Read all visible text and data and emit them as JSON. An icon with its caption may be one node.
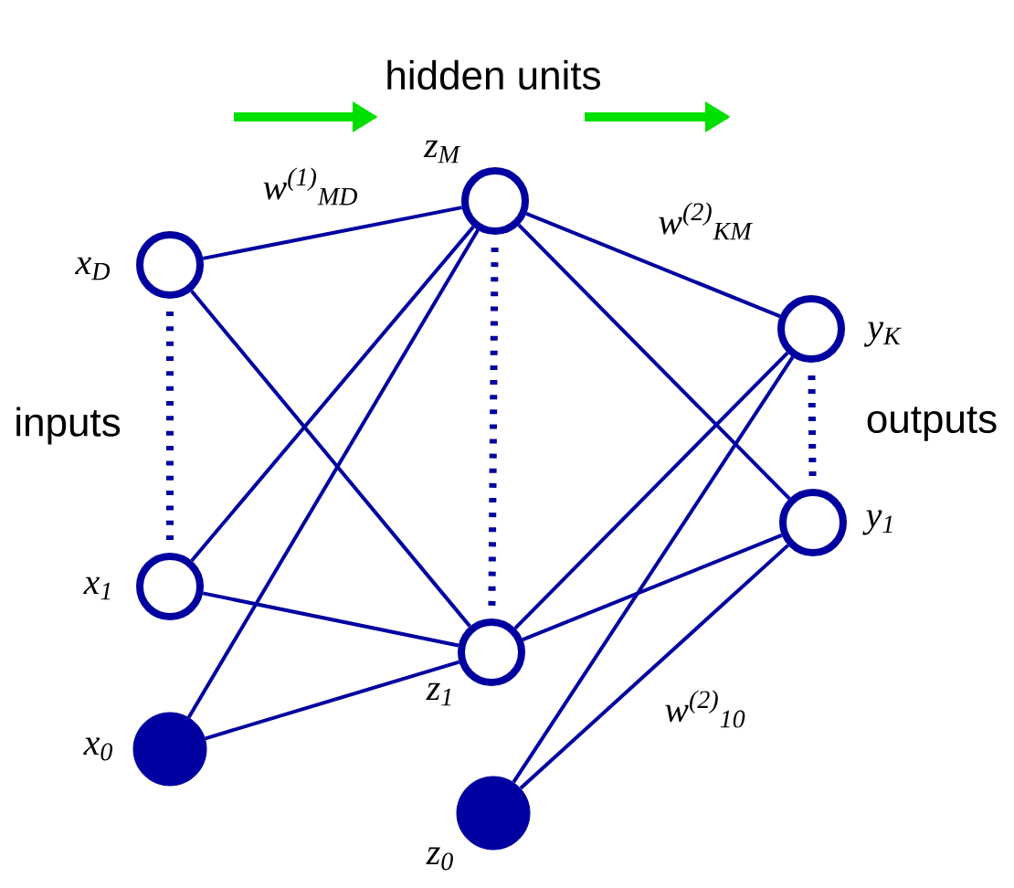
{
  "diagram": {
    "nodes": [
      {
        "text": [],
        "shape": "circle",
        "beside": [
          "x$_{D}$"
        ]
      },
      {
        "text": [],
        "shape": "circle",
        "beside": [
          "x$_{1}$"
        ]
      },
      {
        "text": [],
        "shape": "dot",
        "beside": [
          "x$_{0}$"
        ]
      },
      {
        "text": [],
        "shape": "circle",
        "beside": [
          "z$_{M}$"
        ]
      },
      {
        "text": [],
        "shape": "circle",
        "beside": [
          "z$_{1}$"
        ]
      },
      {
        "text": [],
        "shape": "dot",
        "beside": [
          "z$_{0}$"
        ]
      },
      {
        "text": [],
        "shape": "circle",
        "beside": [
          "y$_{K}$"
        ]
      },
      {
        "text": [],
        "shape": "circle",
        "beside": [
          "y$_{1}$"
        ]
      }
    ],
    "edges": [
      {
        "from": 0,
        "to": 3,
        "arrow": "none",
        "label": "w$^{(1)}$$_{MD}$"
      },
      {
        "from": 0,
        "to": 4,
        "arrow": "none"
      },
      {
        "from": 1,
        "to": 3,
        "arrow": "none"
      },
      {
        "from": 1,
        "to": 4,
        "arrow": "none"
      },
      {
        "from": 2,
        "to": 3,
        "arrow": "none"
      },
      {
        "from": 2,
        "to": 4,
        "arrow": "none"
      },
      {
        "from": 3,
        "to": 6,
        "arrow": "none",
        "label": "w$^{(2)}$$_{KM}$"
      },
      {
        "from": 3,
        "to": 7,
        "arrow": "none"
      },
      {
        "from": 4,
        "to": 6,
        "arrow": "none"
      },
      {
        "from": 4,
        "to": 7,
        "arrow": "none"
      },
      {
        "from": 5,
        "to": 6,
        "arrow": "none"
      },
      {
        "from": 5,
        "to": 7,
        "arrow": "none",
        "label": "w$^{(2)}$$_{10}$"
      },
      {
        "from": 0,
        "to": 1,
        "arrow": "none",
        "style": "dashed"
      },
      {
        "from": 3,
        "to": 4,
        "arrow": "none",
        "style": "dashed"
      },
      {
        "from": 6,
        "to": 7,
        "arrow": "none",
        "style": "dashed"
      }
    ],
    "labels": [
      "hidden units",
      "inputs",
      "outputs"
    ]
  }
}
